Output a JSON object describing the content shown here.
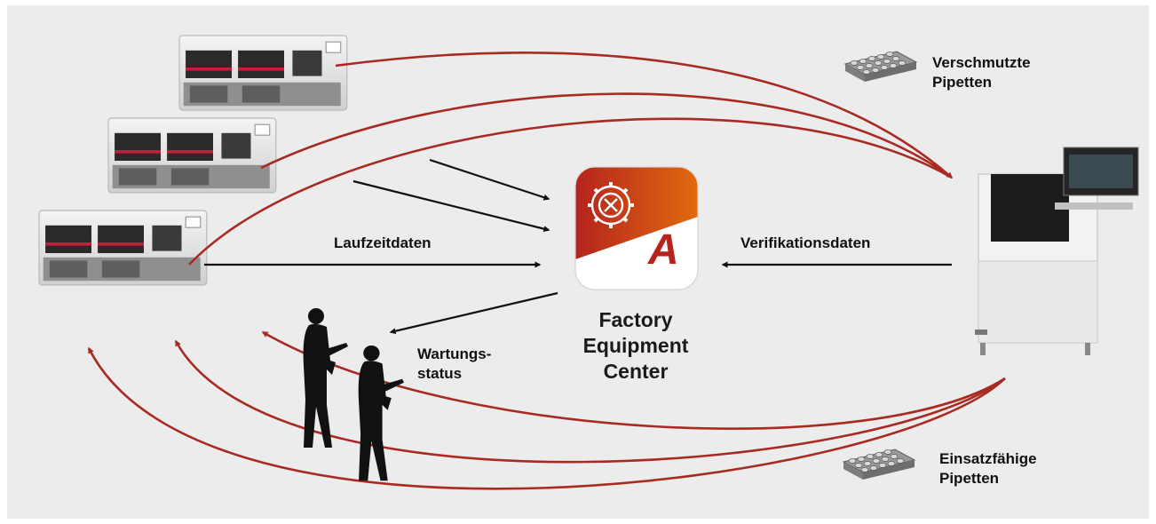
{
  "center": {
    "title_line1": "Factory",
    "title_line2": "Equipment",
    "title_line3": "Center",
    "app_icon": "gear-with-tools-app-icon",
    "app_letter": "A"
  },
  "labels": {
    "runtime_data": "Laufzeitdaten",
    "verification_data": "Verifikationsdaten",
    "maintenance_line1": "Wartungs-",
    "maintenance_line2": "status",
    "dirty_line1": "Verschmutzte",
    "dirty_line2": "Pipetten",
    "ready_line1": "Einsatzfähige",
    "ready_line2": "Pipetten"
  },
  "icons": {
    "placement_machines": "placement-machine-icon",
    "cleaning_station": "nozzle-cleaning-station-icon",
    "technicians": "technician-silhouette-icon",
    "nozzle_tray": "nozzle-tray-icon"
  },
  "colors": {
    "background": "#ececec",
    "flow_arrow": "#a82a22",
    "data_arrow": "#111111",
    "icon_red": "#b5231c",
    "icon_orange": "#e06a10"
  }
}
